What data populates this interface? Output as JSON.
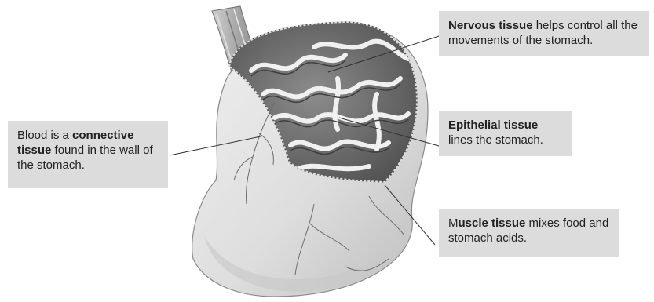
{
  "labels": {
    "nervous": {
      "bold": "Nervous tissue",
      "rest": " helps control all the movements of the stomach."
    },
    "connective": {
      "pre": "Blood is a ",
      "bold": "connective tissue",
      "rest": " found in the wall of the stomach."
    },
    "epithelial": {
      "bold": "Epithelial tissue",
      "rest": "lines the stomach."
    },
    "muscle": {
      "pre": "M",
      "bold": "uscle tissue",
      "rest": " mixes food and stomach acids."
    }
  },
  "colors": {
    "label_background": "#dcdcdc",
    "leader_line": "#333333",
    "stomach_outer": "#e2e2e2",
    "stomach_inner": "#7a7a7a",
    "folds": "#f2f2f2"
  }
}
